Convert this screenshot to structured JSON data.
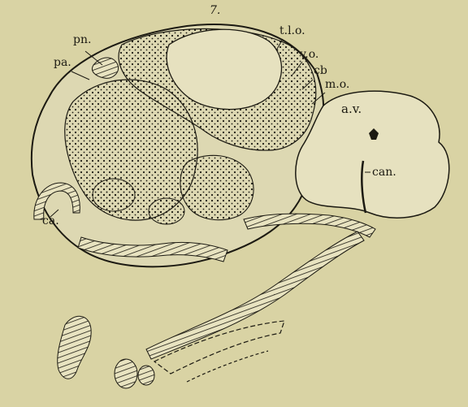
{
  "figure": {
    "number": "7.",
    "background": "#d9d3a4",
    "ink": "#1c1a12",
    "labels": {
      "pn": "pn.",
      "pa": "pa.",
      "tlo": "t.l.o.",
      "vo": "v.o.",
      "cb": "cb",
      "mo": "m.o.",
      "av": "a.v.",
      "can": "can.",
      "ca": "ca."
    }
  }
}
